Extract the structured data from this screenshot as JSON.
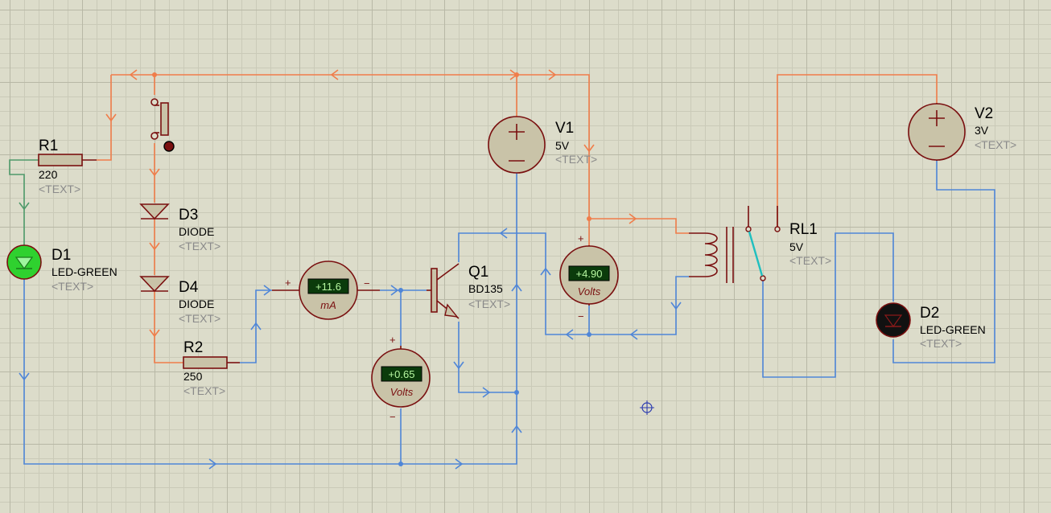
{
  "components": {
    "r1": {
      "ref": "R1",
      "value": "220",
      "text": "<TEXT>"
    },
    "r2": {
      "ref": "R2",
      "value": "250",
      "text": "<TEXT>"
    },
    "d1": {
      "ref": "D1",
      "value": "LED-GREEN",
      "text": "<TEXT>"
    },
    "d2": {
      "ref": "D2",
      "value": "LED-GREEN",
      "text": "<TEXT>"
    },
    "d3": {
      "ref": "D3",
      "value": "DIODE",
      "text": "<TEXT>"
    },
    "d4": {
      "ref": "D4",
      "value": "DIODE",
      "text": "<TEXT>"
    },
    "q1": {
      "ref": "Q1",
      "value": "BD135",
      "text": "<TEXT>"
    },
    "v1": {
      "ref": "V1",
      "value": "5V",
      "text": "<TEXT>"
    },
    "v2": {
      "ref": "V2",
      "value": "3V",
      "text": "<TEXT>"
    },
    "rl1": {
      "ref": "RL1",
      "value": "5V",
      "text": "<TEXT>"
    }
  },
  "meters": {
    "ammeter": {
      "reading": "+11.6",
      "unit": "mA",
      "plus": "+",
      "minus": "−"
    },
    "volt_base": {
      "reading": "+0.65",
      "unit": "Volts",
      "plus": "+",
      "minus": "−"
    },
    "volt_coil": {
      "reading": "+4.90",
      "unit": "Volts",
      "plus": "+",
      "minus": "−"
    }
  },
  "source_signs": {
    "plus": "+",
    "minus": "−"
  },
  "colors": {
    "wire_high": "#f07d4a",
    "wire_low": "#4f86d8",
    "wire_mid": "#4e9a6a",
    "led_on": "#2fd12f",
    "led_off": "#111111",
    "component_outline": "#7a1010",
    "component_fill": "#c9c3a8",
    "lcd_bg": "#0b3b0b"
  }
}
